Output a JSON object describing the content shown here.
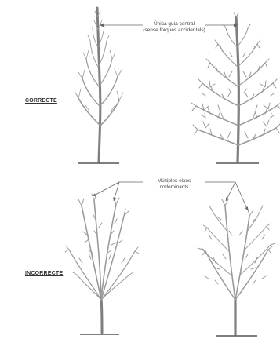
{
  "labels": {
    "correct": "CORRECTE",
    "incorrect": "INCORRECTE",
    "guide_line1": "Única guia central",
    "guide_line2": "(sense forques accidentals)",
    "leaders_line1": "Múltiples eixos",
    "leaders_line2": "codominants"
  },
  "colors": {
    "tree": "#9a9a9a",
    "trunk": "#7f7f7f",
    "ground": "#555555",
    "text": "#444444",
    "arrow": "#666666"
  }
}
